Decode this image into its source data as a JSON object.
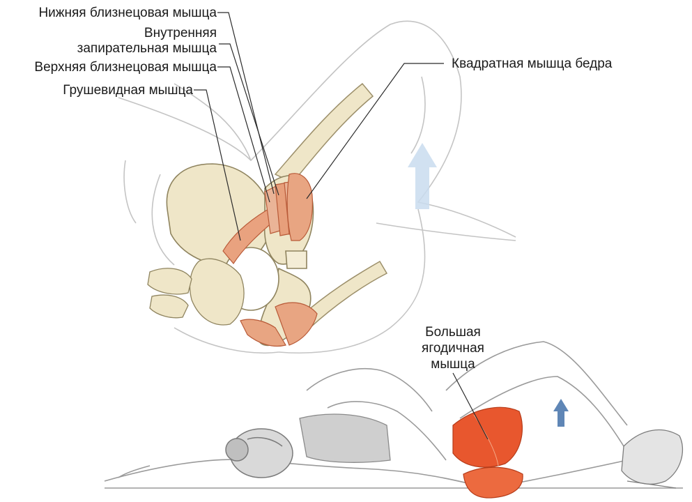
{
  "labels": {
    "inferior_gemellus": "Нижняя близнецовая мышца",
    "obturator_internus_line1": "Внутренняя",
    "obturator_internus_line2": "запирательная мышца",
    "superior_gemellus": "Верхняя близнецовая мышца",
    "piriformis": "Грушевидная мышца",
    "quadratus_femoris": "Квадратная мышца бедра",
    "gluteus_maximus_line1": "Большая",
    "gluteus_maximus_line2": "ягодичная",
    "gluteus_maximus_line3": "мышца"
  },
  "colors": {
    "bone": "#efe6c8",
    "bone_shadow": "#cdbf96",
    "muscle": "#e8572e",
    "muscle_light": "#f3a886",
    "muscle_detail": "#e9b496",
    "sketch": "#bdbdbd",
    "arrow_large": "#c9dcee",
    "arrow_small": "#5f86b6",
    "leader": "#2a2a2a"
  },
  "icons": [
    "up-arrow-icon",
    "up-arrow-icon"
  ]
}
